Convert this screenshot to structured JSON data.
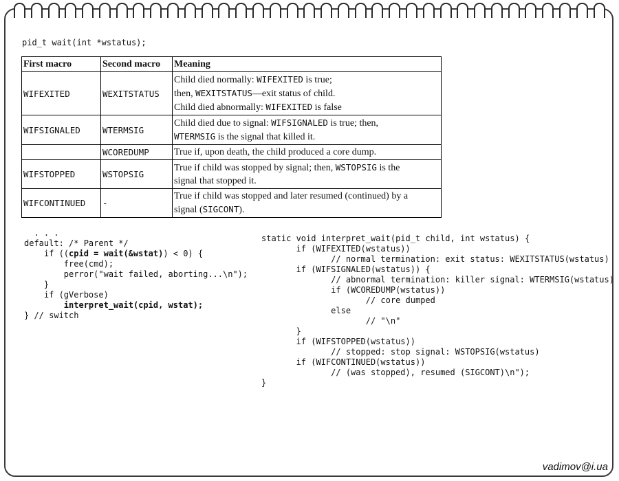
{
  "signature": "pid_t wait(int *wstatus);",
  "table": {
    "headers": [
      "First macro",
      "Second macro",
      "Meaning"
    ],
    "rows": [
      {
        "first": "WIFEXITED",
        "second": "WEXITSTATUS",
        "meaning": [
          [
            {
              "t": "Child died normally: "
            },
            {
              "c": "WIFEXITED"
            },
            {
              "t": " is true;"
            }
          ],
          [
            {
              "t": "then, "
            },
            {
              "c": "WEXITSTATUS"
            },
            {
              "t": "—exit status of child."
            }
          ],
          [
            {
              "t": "Child died abnormally: "
            },
            {
              "c": "WIFEXITED"
            },
            {
              "t": " is false"
            }
          ]
        ]
      },
      {
        "first": "WIFSIGNALED",
        "second": "WTERMSIG",
        "meaning": [
          [
            {
              "t": "Child died due to signal: "
            },
            {
              "c": "WIFSIGNALED"
            },
            {
              "t": " is true; then,"
            }
          ],
          [
            {
              "c": "WTERMSIG"
            },
            {
              "t": " is the signal that killed it."
            }
          ]
        ]
      },
      {
        "first": "",
        "second": "WCOREDUMP",
        "meaning": [
          [
            {
              "t": "True if, upon death, the child produced a core dump."
            }
          ]
        ]
      },
      {
        "first": "WIFSTOPPED",
        "second": "WSTOPSIG",
        "meaning": [
          [
            {
              "t": "True if child was stopped by signal; then, "
            },
            {
              "c": "WSTOPSIG"
            },
            {
              "t": " is the"
            }
          ],
          [
            {
              "t": "signal that stopped it."
            }
          ]
        ]
      },
      {
        "first": "WIFCONTINUED",
        "second": "-",
        "meaning": [
          [
            {
              "t": "True if child was stopped and later resumed (continued) by a"
            }
          ],
          [
            {
              "t": "signal ("
            },
            {
              "c": "SIGCONT"
            },
            {
              "t": ")."
            }
          ]
        ]
      }
    ]
  },
  "code_left": [
    [
      {
        "t": "  . . ."
      }
    ],
    [
      {
        "t": "default: /* Parent */"
      }
    ],
    [
      {
        "t": "    if (("
      },
      {
        "b": "cpid = wait(&wstat)"
      },
      {
        "t": ") < 0) {"
      }
    ],
    [
      {
        "t": "        free(cmd);"
      }
    ],
    [
      {
        "t": "        perror(\"wait failed, aborting...\\n\");"
      }
    ],
    [
      {
        "t": "    }"
      }
    ],
    [
      {
        "t": "    if (gVerbose)"
      }
    ],
    [
      {
        "t": "        "
      },
      {
        "b": "interpret_wait(cpid, wstat);"
      }
    ],
    [
      {
        "t": "} // switch"
      }
    ]
  ],
  "code_right": [
    [
      {
        "t": "static void interpret_wait(pid_t child, int wstatus) {"
      }
    ],
    [
      {
        "t": "       if (WIFEXITED(wstatus))"
      }
    ],
    [
      {
        "t": "              // normal termination: exit status: WEXITSTATUS(wstatus)"
      }
    ],
    [
      {
        "t": "       if (WIFSIGNALED(wstatus)) {"
      }
    ],
    [
      {
        "t": "              // abnormal termination: killer signal: WTERMSIG(wstatus)"
      }
    ],
    [
      {
        "t": "              if (WCOREDUMP(wstatus))"
      }
    ],
    [
      {
        "t": "                     // core dumped"
      }
    ],
    [
      {
        "t": "              else"
      }
    ],
    [
      {
        "t": "                     // \"\\n\""
      }
    ],
    [
      {
        "t": "       }"
      }
    ],
    [
      {
        "t": "       if (WIFSTOPPED(wstatus))"
      }
    ],
    [
      {
        "t": "              // stopped: stop signal: WSTOPSIG(wstatus)"
      }
    ],
    [
      {
        "t": "       if (WIFCONTINUED(wstatus))"
      }
    ],
    [
      {
        "t": "              // (was stopped), resumed (SIGCONT)\\n\");"
      }
    ],
    [
      {
        "t": "}"
      }
    ]
  ],
  "footer": {
    "email": "vadimov@i.ua"
  }
}
